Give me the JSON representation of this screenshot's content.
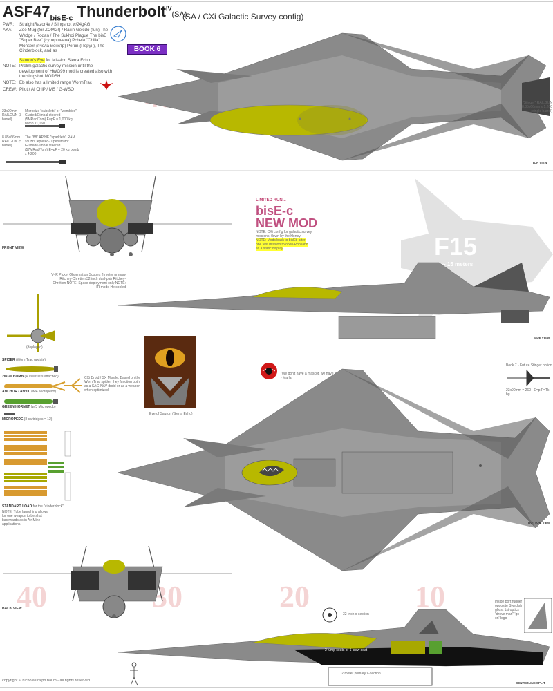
{
  "header": {
    "title_main": "ASF47",
    "title_sub": "bisE-c",
    "title_name": "Thunderbolt",
    "title_sup": "IV",
    "title_sa": "(SA)",
    "subtitle": "(SA / CXi Galactic Survey config)",
    "book": "BOOK 6"
  },
  "info": [
    {
      "k": "PWR:",
      "v": "StraightRazor4e / Slingshot w/24gAG"
    },
    {
      "k": "AKA:",
      "v": "Zoe Mug (for ZOMG!) / Raijin Gekido (fun) The Wedge / Rodan / The Sukhoi Plague The bisE \"Super Bee\" (супер пчела) Pchela \"Chilla\" Monster (пчела монстр) Perun (Перун), The Cinderblock, and as"
    },
    {
      "k": "",
      "v": "Sauron's Eye",
      "hl": true,
      "suffix": "for Mission Sierra Echo."
    },
    {
      "k": "NOTE:",
      "v": "Prelim galactic survey mission until the development of HWG99 mod is created also with the slingshot MODSH."
    },
    {
      "k": "NOTE:",
      "v": "Eb also has a limited range WormTrac"
    },
    {
      "k": "CREW:",
      "v": "Pilot / AI ChiP / MS / G-WSO"
    }
  ],
  "railgun1": {
    "left": "23x90mm RAILGUN (3 barrel)",
    "right": "Microsize \"subslets\" or \"wombies\" Guided/Gimbal steered (5MRad/Tom) E=pF = 1,000 kg bomb x1,160"
  },
  "railgun2": {
    "left": "8.85x66mm RAILGUN (5 barrel)",
    "right": "The \"88\" AP/HE \"sparklets\" RAM scuzz/Depleted-U penetrator Guided/Gimbal steered (57MRad/Tom) E=pF = 20 kg bomb x 4,200"
  },
  "stinger_note": "\"Stinger\" RAILGUN 8.85x66mm x 1,200 (single barrel)",
  "views": {
    "top": "TOP VIEW",
    "front": "FRONT VIEW",
    "side": "SIDE VIEW",
    "bottom": "BOTTOM VIEW",
    "back": "BACK VIEW",
    "centerline": "CENTERLINE SPLIT"
  },
  "limited": {
    "line1": "LIMITED RUN...",
    "line2": "bisE-c",
    "line3": "NEW MOD",
    "note1": "NOTE: CXi config for galactic survey missions, flown by the Honey.",
    "note2": "NOTE: Mods back to bisEb after one test mission to open-Pop land as a static display."
  },
  "f15": {
    "label": "F15",
    "sub": "~ 15 meters"
  },
  "side_notes": "V-IR Picket Observation Scopes 2-meter primary Ritchey-Chrétien 32-inch dual-pair Ritchey-Chrétien NOTE: Space deployment only NOTE: IR mode He cooled",
  "mascot_quote": "\"We don't have a mascot, we have a miscot.\" - Marla",
  "eye_caption": "Eye of Sauron (Sierra Echo)",
  "weapons": {
    "spider": "SPIDER",
    "spider_note": "(WormTrac update)",
    "deployed": "(deployed)",
    "bomb": "2W/20 BOMB",
    "bomb_note": "(40 subslets attached)",
    "anchor": "ANCHOR / ANVIL",
    "anchor_note": "(w/4 Micropedo)",
    "anchor_desc": "CXi Droid / SX Missile. Based on the WormTrac spider, they function both as a SAG-NAV droid or as a weapon when optimized.",
    "hornet": "GREEN HORNET",
    "hornet_note": "(w/3 Micropedo)",
    "micropede": "MICROPEDE",
    "micropede_note": "(8 cartridges = 12)",
    "standard": "STANDARD LOAD",
    "standard_note": "for the \"cinderblock\"",
    "tube_note": "NOTE: Tube launching allows for one weapon to be shot backwards as in Air Mine applications."
  },
  "book7": "Book 7 - Future Stinger option",
  "book7_note": "23x90mm = 260 · E=p.F=Tk-hg",
  "section_notes": {
    "a": "32-inch x-section",
    "b": "2 jump seats or 1 crew seat",
    "c": "2-meter primary x-section",
    "d": "Inside port rudder opposite Swedish ghost 1st optics \"drove man\" 'go on' logo"
  },
  "scale": {
    "w40": "40",
    "w30": "30",
    "w20": "20",
    "w10": "10",
    "top40": "40"
  },
  "copyright": "copyright © nicholas ralph baum - all rights reserved",
  "colors": {
    "hull": "#808080",
    "dark": "#555555",
    "light": "#a8a8a8",
    "canopy": "#b8b800",
    "accent": "#7b2fc4"
  }
}
